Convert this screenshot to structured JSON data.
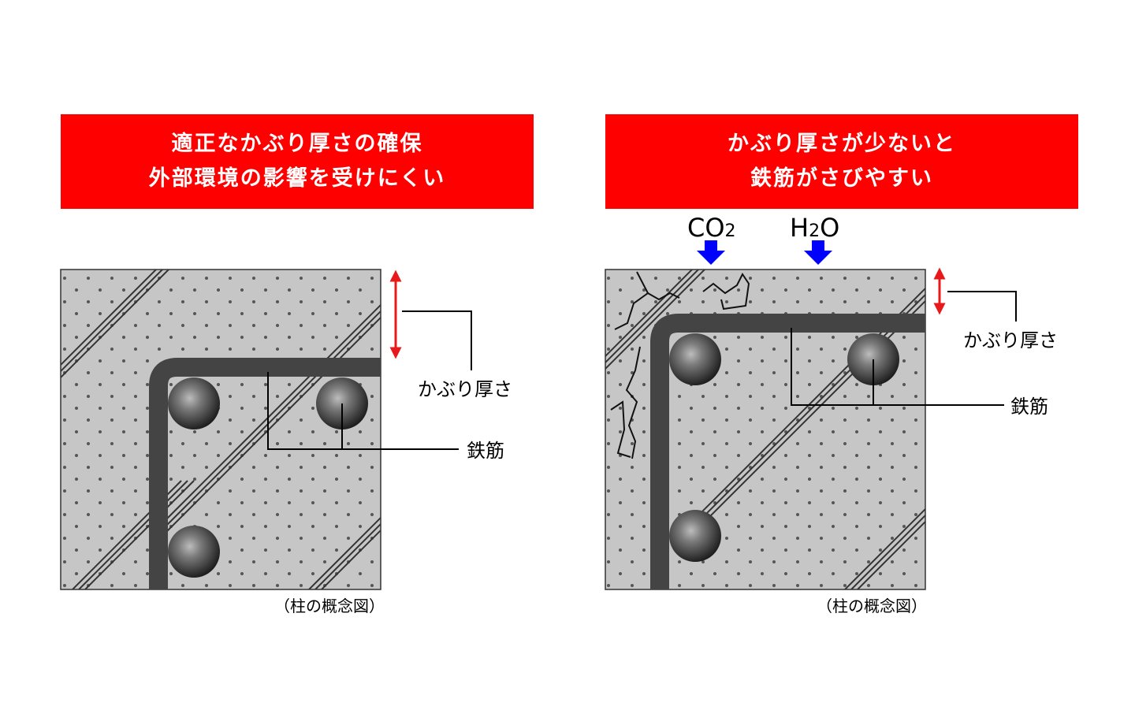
{
  "left_panel": {
    "banner_line1": "適正なかぶり厚さの確保",
    "banner_line2": "外部環境の影響を受けにくい",
    "cover_label": "かぶり厚さ",
    "rebar_label": "鉄筋",
    "caption": "（柱の概念図）"
  },
  "right_panel": {
    "banner_line1": "かぶり厚さが少ないと",
    "banner_line2": "鉄筋がさびやすい",
    "co2_label": "CO",
    "co2_sub": "2",
    "h2o_label_h": "H",
    "h2o_sub": "2",
    "h2o_label_o": "O",
    "cover_label": "かぶり厚さ",
    "rebar_label": "鉄筋",
    "caption": "（柱の概念図）"
  },
  "colors": {
    "banner": "#ff0000",
    "concrete": "#c6c6c6",
    "rebar": "#444444",
    "cover_arrow": "#e8191a",
    "ingress_arrow": "#0000ff"
  }
}
